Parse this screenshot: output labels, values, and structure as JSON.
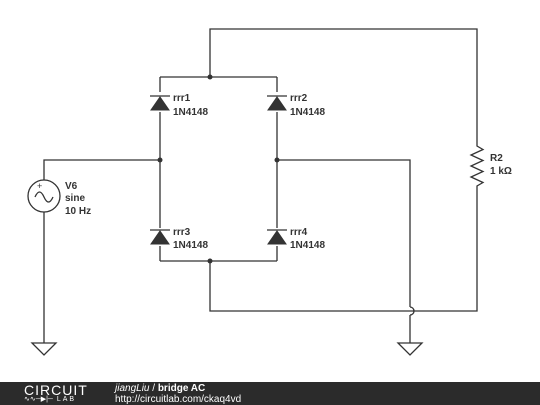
{
  "components": {
    "diode_rrr1": {
      "ref": "rrr1",
      "part": "1N4148"
    },
    "diode_rrr2": {
      "ref": "rrr2",
      "part": "1N4148"
    },
    "diode_rrr3": {
      "ref": "rrr3",
      "part": "1N4148"
    },
    "diode_rrr4": {
      "ref": "rrr4",
      "part": "1N4148"
    },
    "source_v6": {
      "ref": "V6",
      "type": "sine",
      "frequency": "10 Hz"
    },
    "resistor_r2": {
      "ref": "R2",
      "value": "1 kΩ"
    }
  },
  "footer": {
    "brand_main": "CIRCUIT",
    "brand_sub": "LAB",
    "author": "jiangLiu",
    "separator": " / ",
    "title": "bridge AC",
    "url": "http://circuitlab.com/ckaq4vd"
  },
  "colors": {
    "wire": "#333333",
    "footer_bg": "#2b2b2b",
    "footer_text": "#ffffff"
  }
}
